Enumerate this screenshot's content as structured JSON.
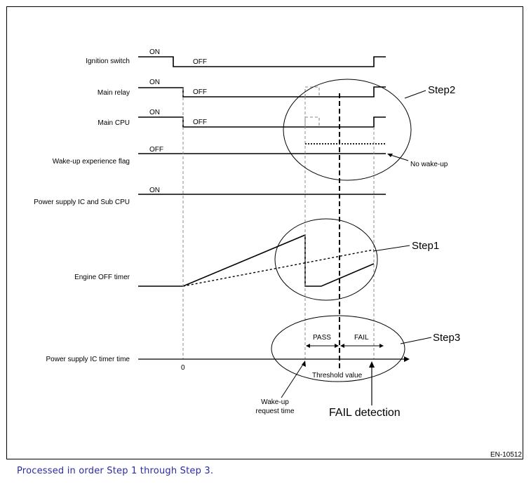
{
  "signals": {
    "ignition_switch": "Ignition switch",
    "main_relay": "Main relay",
    "main_cpu": "Main CPU",
    "wakeup_flag": "Wake-up experience flag",
    "power_supply_ic_sub_cpu": "Power supply IC and Sub CPU",
    "engine_off_timer": "Engine OFF timer",
    "power_supply_ic_timer": "Power supply IC timer time"
  },
  "states": {
    "ign_on": "ON",
    "ign_off": "OFF",
    "relay_on": "ON",
    "relay_off": "OFF",
    "cpu_on": "ON",
    "cpu_off": "OFF",
    "flag_off": "OFF",
    "psic_on": "ON"
  },
  "steps": {
    "step1": "Step1",
    "step2": "Step2",
    "step3": "Step3"
  },
  "annotations": {
    "no_wakeup": "No wake-up",
    "pass": "PASS",
    "fail": "FAIL",
    "zero": "0",
    "threshold": "Threshold value",
    "wakeup_request_line1": "Wake-up",
    "wakeup_request_line2": "request time",
    "fail_detection": "FAIL detection"
  },
  "figure_id": "EN-10512",
  "caption": "Processed in order Step 1 through Step 3."
}
